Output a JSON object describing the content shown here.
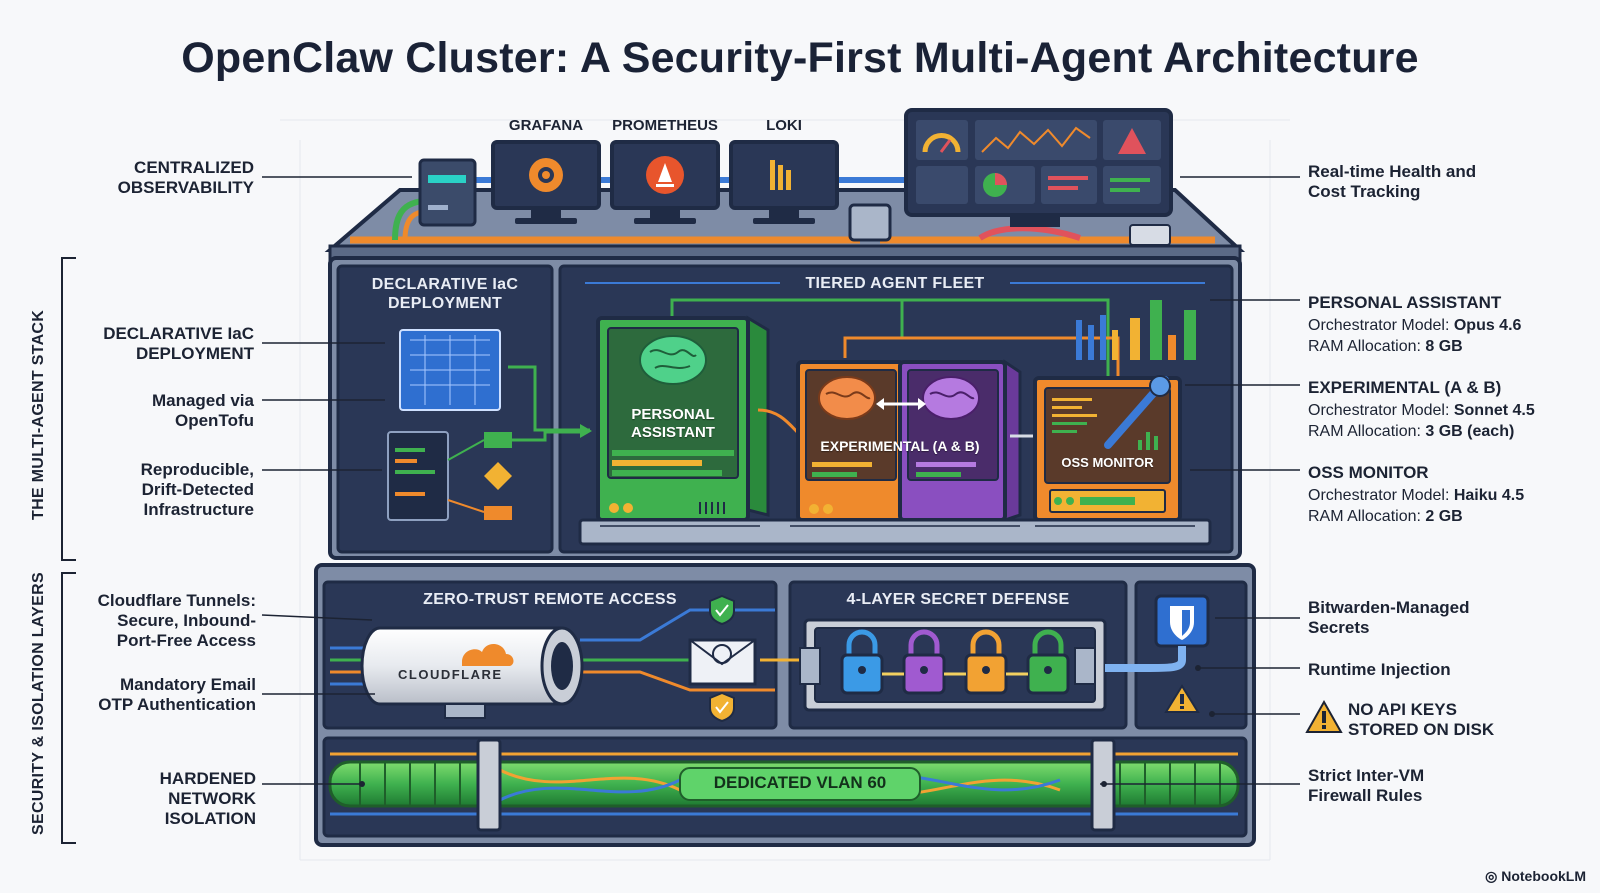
{
  "title": "OpenClaw Cluster: A Security-First Multi-Agent Architecture",
  "monitoring": {
    "tools": [
      "GRAFANA",
      "PROMETHEUS",
      "LOKI"
    ]
  },
  "left_labels": {
    "observability": "CENTRALIZED\nOBSERVABILITY",
    "iac": "DECLARATIVE IaC\nDEPLOYMENT",
    "opentofu": "Managed via\nOpenTofu",
    "reproducible": "Reproducible,\nDrift-Detected\nInfrastructure",
    "cloudflare": "Cloudflare Tunnels:\nSecure, Inbound-\nPort-Free Access",
    "otp": "Mandatory Email\nOTP Authentication",
    "network": "HARDENED NETWORK\nISOLATION"
  },
  "side_headers": {
    "stack": "THE MULTI-AGENT STACK",
    "security": "SECURITY & ISOLATION LAYERS"
  },
  "panels": {
    "iac_title": "DECLARATIVE IaC\nDEPLOYMENT",
    "fleet_title": "TIERED AGENT FLEET",
    "zero_trust_title": "ZERO-TRUST REMOTE ACCESS",
    "secret_title": "4-LAYER SECRET DEFENSE",
    "vlan": "DEDICATED VLAN 60",
    "cloudflare_logo": "CLOUDFLARE"
  },
  "servers": {
    "personal": "PERSONAL\nASSISTANT",
    "experimental": "EXPERIMENTAL (A & B)",
    "oss": "OSS MONITOR"
  },
  "right_labels": {
    "health": "Real-time Health and\nCost Tracking",
    "bitwarden": "Bitwarden-Managed\nSecrets",
    "runtime": "Runtime Injection",
    "no_api": "NO API KEYS\nSTORED ON DISK",
    "firewall": "Strict Inter-VM\nFirewall Rules"
  },
  "agents": [
    {
      "name": "PERSONAL ASSISTANT",
      "model_label": "Orchestrator Model:",
      "model": "Opus 4.6",
      "ram_label": "RAM Allocation:",
      "ram": "8 GB"
    },
    {
      "name": "EXPERIMENTAL (A & B)",
      "model_label": "Orchestrator Model:",
      "model": "Sonnet 4.5",
      "ram_label": "RAM Allocation:",
      "ram": "3 GB (each)"
    },
    {
      "name": "OSS MONITOR",
      "model_label": "Orchestrator Model:",
      "model": "Haiku 4.5",
      "ram_label": "RAM Allocation:",
      "ram": "2 GB"
    }
  ],
  "footer": "NotebookLM",
  "colors": {
    "navy": "#1f2b45",
    "panel": "#2a3756",
    "green": "#3fb14f",
    "orange": "#ef8a2c",
    "purple": "#8a4fc0",
    "blue": "#2f6fd0"
  }
}
